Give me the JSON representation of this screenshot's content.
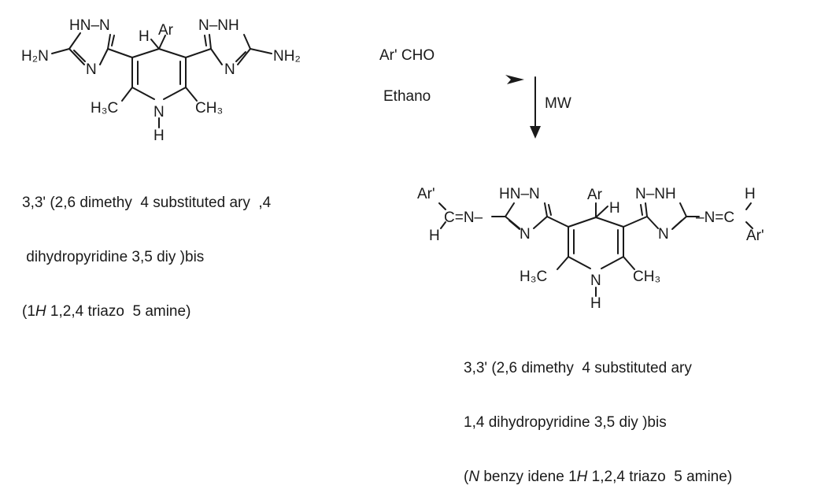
{
  "reactant": {
    "atoms": {
      "hn_n_left": "HN–N",
      "n_left": "N",
      "h2n": "H₂N",
      "h_top": "H",
      "ar": "Ar",
      "n_nh_right": "N–NH",
      "n_right": "N",
      "nh2": "NH₂",
      "h3c": "H₃C",
      "ch3": "CH₃",
      "n_ring": "N",
      "h_ring": "H"
    },
    "caption_lines": [
      "3,3' (2,6 dimethy  4 substituted ary  ,4",
      " dihydropyridine 3,5 diy )bis",
      {
        "pre": "(1",
        "ital": "H",
        "post": " 1,2,4 triazo  5 amine)"
      }
    ]
  },
  "conditions": {
    "reagent": "Ar' CHO",
    "solvent": "Ethano",
    "energy": "MW"
  },
  "product": {
    "atoms": {
      "ar_prime_left": "Ar'",
      "c_eq_n": "C=N–",
      "h_left": "H",
      "hn_n": "HN–N",
      "n_left": "N",
      "ar": "Ar",
      "h_top": "H",
      "n_nh": "N–NH",
      "n_right": "N",
      "n_eq_c": "–N=C",
      "h_right": "H",
      "ar_prime_right": "Ar'",
      "h3c": "H₃C",
      "ch3": "CH₃",
      "n_ring": "N",
      "h_ring": "H"
    },
    "caption_lines": [
      "3,3' (2,6 dimethy  4 substituted ary",
      "1,4 dihydropyridine 3,5 diy )bis",
      {
        "pre": "(",
        "ital": "N",
        "mid": " benzy idene 1",
        "ital2": "H",
        "post": " 1,2,4 triazo  5 amine)"
      }
    ]
  }
}
